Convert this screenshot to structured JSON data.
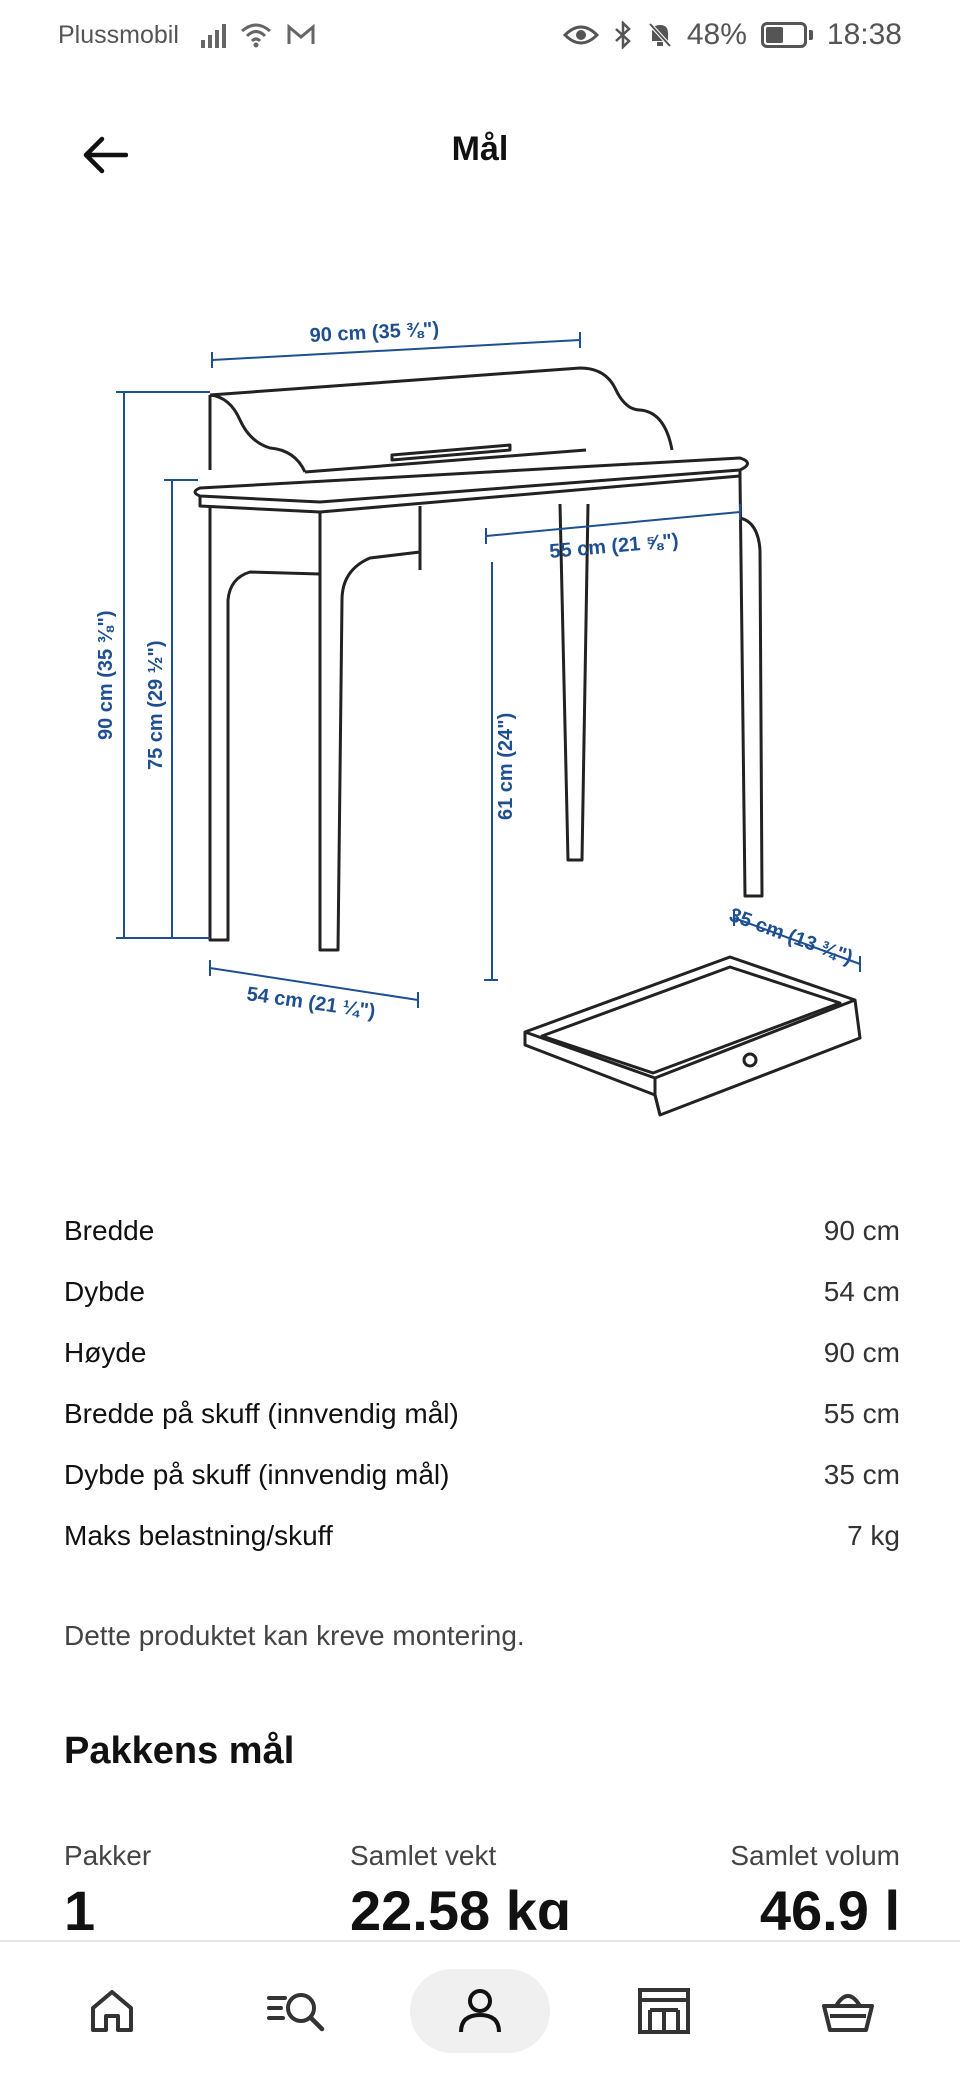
{
  "status_bar": {
    "carrier": "Plussmobil",
    "battery": "48%",
    "time": "18:38"
  },
  "header": {
    "title": "Mål"
  },
  "illustration": {
    "width_top": "90 cm (35 ⅜\")",
    "height_total": "90 cm (35 ⅜\")",
    "height_desk": "75 cm (29 ½\")",
    "drawer_width": "55 cm (21 ⅝\")",
    "leg_clearance": "61 cm (24\")",
    "depth": "54 cm (21 ¼\")",
    "drawer_depth": "35 cm (13 ¾\")"
  },
  "dimensions": [
    {
      "label": "Bredde",
      "value": "90 cm"
    },
    {
      "label": "Dybde",
      "value": "54 cm"
    },
    {
      "label": "Høyde",
      "value": "90 cm"
    },
    {
      "label": "Bredde på skuff (innvendig mål)",
      "value": "55 cm"
    },
    {
      "label": "Dybde på skuff (innvendig mål)",
      "value": "35 cm"
    },
    {
      "label": "Maks belastning/skuff",
      "value": "7 kg"
    }
  ],
  "note": "Dette produktet kan kreve montering.",
  "package": {
    "title": "Pakkens mål",
    "packages_label": "Pakker",
    "packages_value": "1",
    "weight_label": "Samlet vekt",
    "weight_value": "22.58 kg",
    "volume_label": "Samlet volum",
    "volume_value": "46.9 l"
  },
  "nav": {
    "icons": [
      "home-icon",
      "search-icon",
      "profile-icon",
      "store-icon",
      "basket-icon"
    ],
    "active": "profile-icon"
  },
  "colors": {
    "dimension_blue": "#1d4f91",
    "text": "#111111",
    "muted": "#444444"
  }
}
